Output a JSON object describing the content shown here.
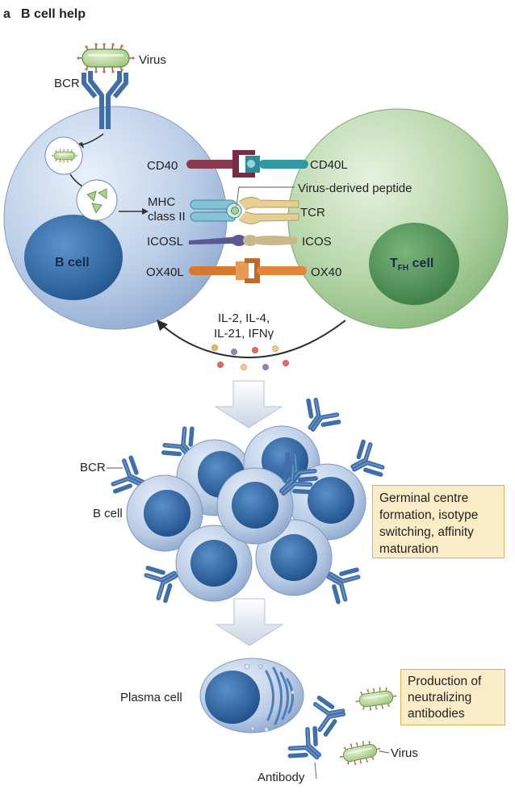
{
  "panel": {
    "letter": "a",
    "title": "B cell help"
  },
  "top": {
    "virus": "Virus",
    "bcr": "BCR",
    "b_cell": "B cell",
    "tfh_cell_main": "T",
    "tfh_cell_sub": "FH",
    "tfh_cell_rest": " cell",
    "cd40": "CD40",
    "cd40l": "CD40L",
    "peptide": "Virus-derived peptide",
    "mhc_line1": "MHC",
    "mhc_line2": "class II",
    "tcr": "TCR",
    "icosl": "ICOSL",
    "icos": "ICOS",
    "ox40l": "OX40L",
    "ox40": "OX40",
    "cytokines_line1": "IL-2, IL-4,",
    "cytokines_line2": "IL-21, IFNγ"
  },
  "middle": {
    "bcr": "BCR",
    "b_cell": "B cell",
    "box_lines": [
      "Germinal centre",
      "formation, isotype",
      "switching, affinity",
      "maturation"
    ]
  },
  "bottom": {
    "plasma_cell": "Plasma cell",
    "virus": "Virus",
    "antibody": "Antibody",
    "box_lines": [
      "Production of",
      "neutralizing",
      "antibodies"
    ]
  },
  "colors": {
    "b_cell": "#b5c9e6",
    "b_nucleus": "#2e6cae",
    "tfh_cell": "#b4d5a8",
    "tfh_nucleus": "#4e9656",
    "receptor": "#3f6ea8",
    "virus": "#b9d79a",
    "box_fill": "#faecc6",
    "cd40_dark": "#7a2a43",
    "cd40l_teal": "#2a8d9b",
    "tcr_tan": "#dcc58c",
    "icos_purple": "#5d5793",
    "ox40_orange": "#d6782e"
  }
}
